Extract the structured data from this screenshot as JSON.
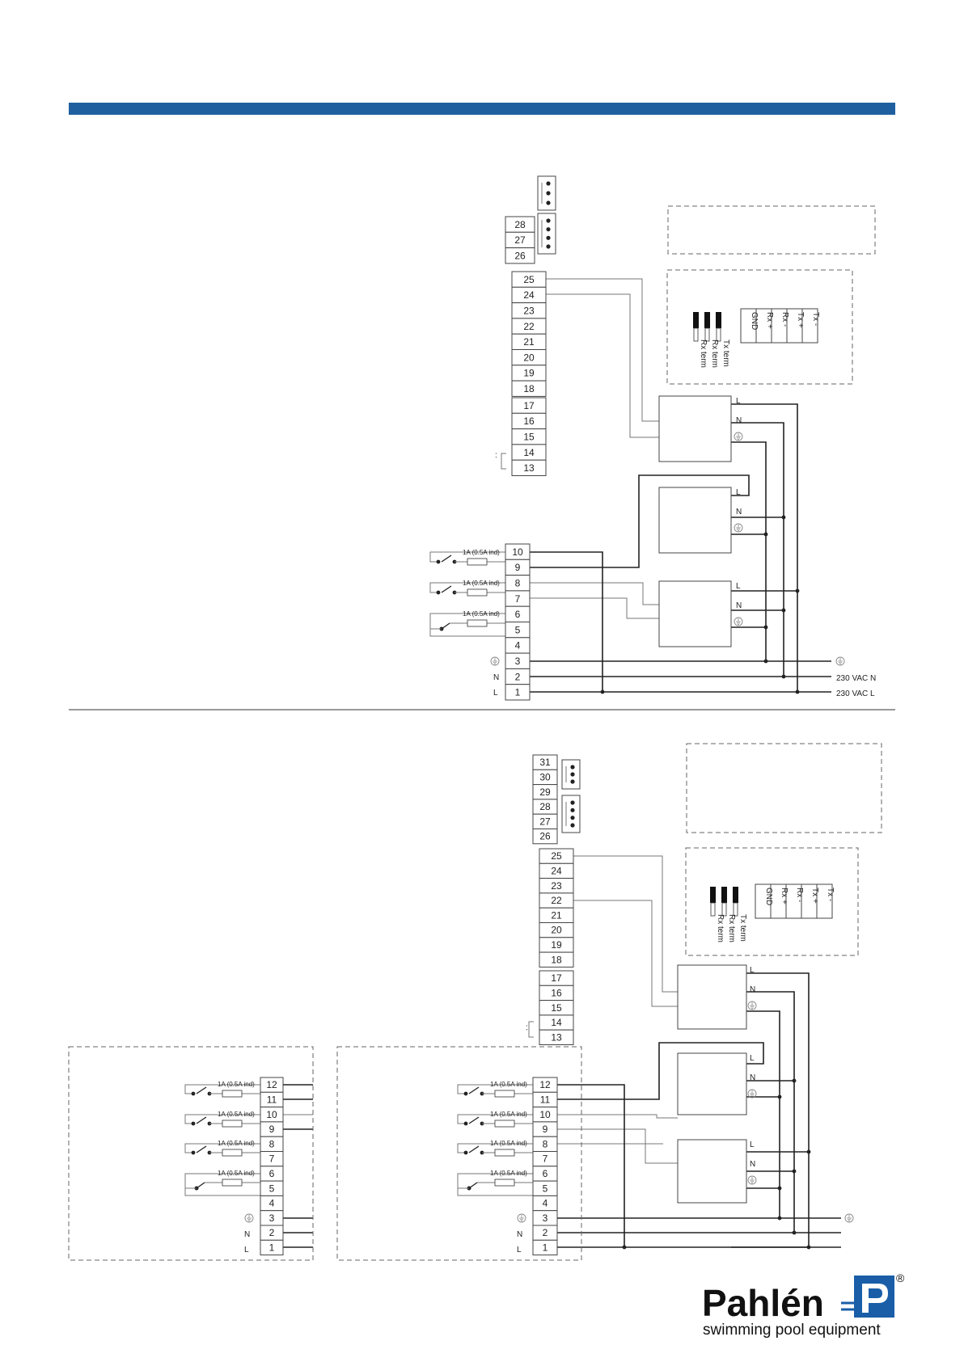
{
  "blocks": {
    "top": {
      "pins_a": [
        "28",
        "27",
        "26"
      ],
      "pins_b": [
        "25",
        "24",
        "23",
        "22",
        "21",
        "20",
        "19",
        "18"
      ],
      "pins_c": [
        "17",
        "16",
        "15",
        "14",
        "13"
      ],
      "pins_d": [
        "10",
        "9",
        "8",
        "7",
        "6",
        "5",
        "4",
        "3",
        "2",
        "1"
      ]
    },
    "bottom": {
      "pins_a": [
        "31",
        "30",
        "29",
        "28",
        "27",
        "26"
      ],
      "pins_b": [
        "25",
        "24",
        "23",
        "22",
        "21",
        "20",
        "19",
        "18"
      ],
      "pins_c": [
        "17",
        "16",
        "15",
        "14",
        "13"
      ],
      "pins_e": [
        "12",
        "11",
        "10",
        "9",
        "8",
        "7",
        "6",
        "5",
        "4",
        "3",
        "2",
        "1"
      ]
    }
  },
  "labels": {
    "fuse": "1A (0.5A ind)",
    "L": "L",
    "N": "N",
    "vac_n": "230 VAC N",
    "vac_l": "230 VAC L",
    "bus": [
      "GND",
      "Rx +",
      "Rx -",
      "Tx +",
      "Tx -"
    ],
    "term": [
      "Rx term",
      "Rx term",
      "Tx term"
    ]
  },
  "brand": {
    "name": "Pahlén",
    "tagline": "swimming pool equipment",
    "registered": "®"
  },
  "colors": {
    "header_bar": "#1f5fa0",
    "logo_blue": "#1a5ea8"
  }
}
